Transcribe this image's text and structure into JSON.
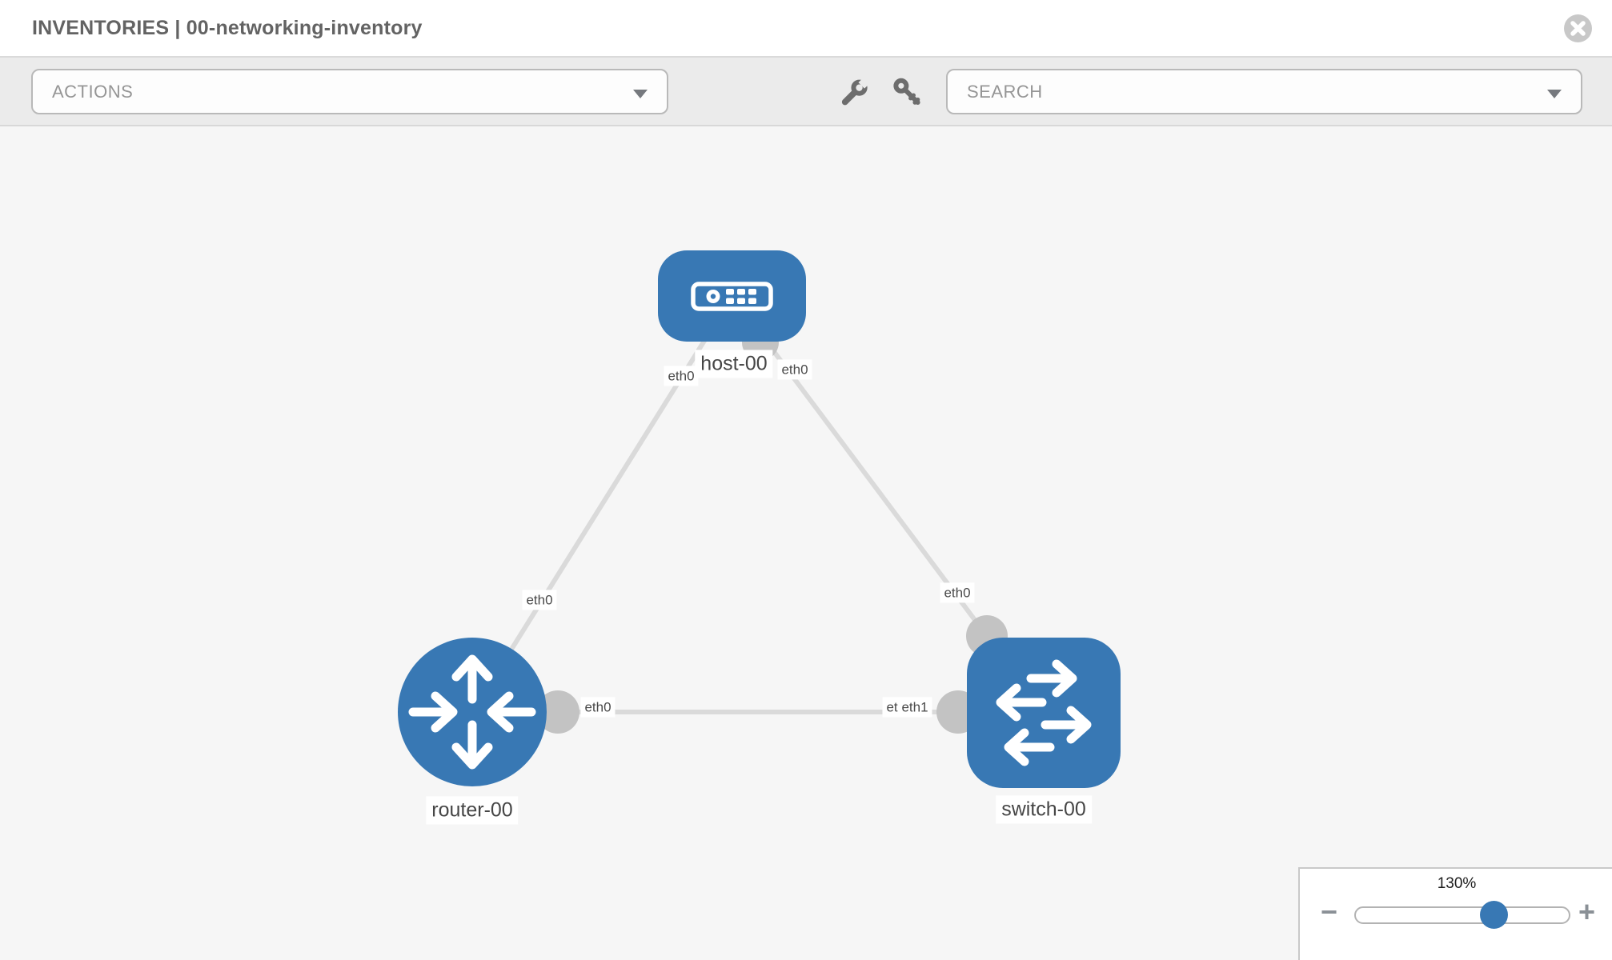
{
  "header": {
    "title": "INVENTORIES | 00-networking-inventory"
  },
  "toolbar": {
    "actions_label": "ACTIONS",
    "search_label": "SEARCH"
  },
  "topology": {
    "nodes": [
      {
        "label": "host-00",
        "type": "host"
      },
      {
        "label": "router-00",
        "type": "router"
      },
      {
        "label": "switch-00",
        "type": "switch"
      }
    ],
    "links": [
      {
        "from": "host-00",
        "to": "router-00",
        "from_interface": "eth0",
        "to_interface": "eth0"
      },
      {
        "from": "host-00",
        "to": "switch-00",
        "from_interface": "eth0",
        "to_interface": "eth0"
      },
      {
        "from": "router-00",
        "to": "switch-00",
        "from_interface": "eth0",
        "to_interface": "eth1"
      }
    ],
    "interface_labels": [
      {
        "text": "eth0",
        "position": "host-side-of-router-link"
      },
      {
        "text": "eth0",
        "position": "host-side-of-switch-link"
      },
      {
        "text": "eth0",
        "position": "router-side-of-host-link"
      },
      {
        "text": "eth0",
        "position": "switch-side-of-host-link"
      },
      {
        "text": "eth0",
        "position": "router-side-of-switch-link"
      },
      {
        "text": "eth0",
        "position": "switch-side-back-overlapped"
      },
      {
        "text": "eth1",
        "position": "switch-side-of-router-link"
      }
    ]
  },
  "zoom_control": {
    "level": "130%",
    "decrease": "−",
    "increase": "+"
  },
  "colors": {
    "node_blue": "#3878b4",
    "port_gray": "#c3c3c3",
    "edge_gray": "#dadada",
    "canvas_bg": "#f6f6f6",
    "toolbar_bg": "#ebebeb"
  }
}
